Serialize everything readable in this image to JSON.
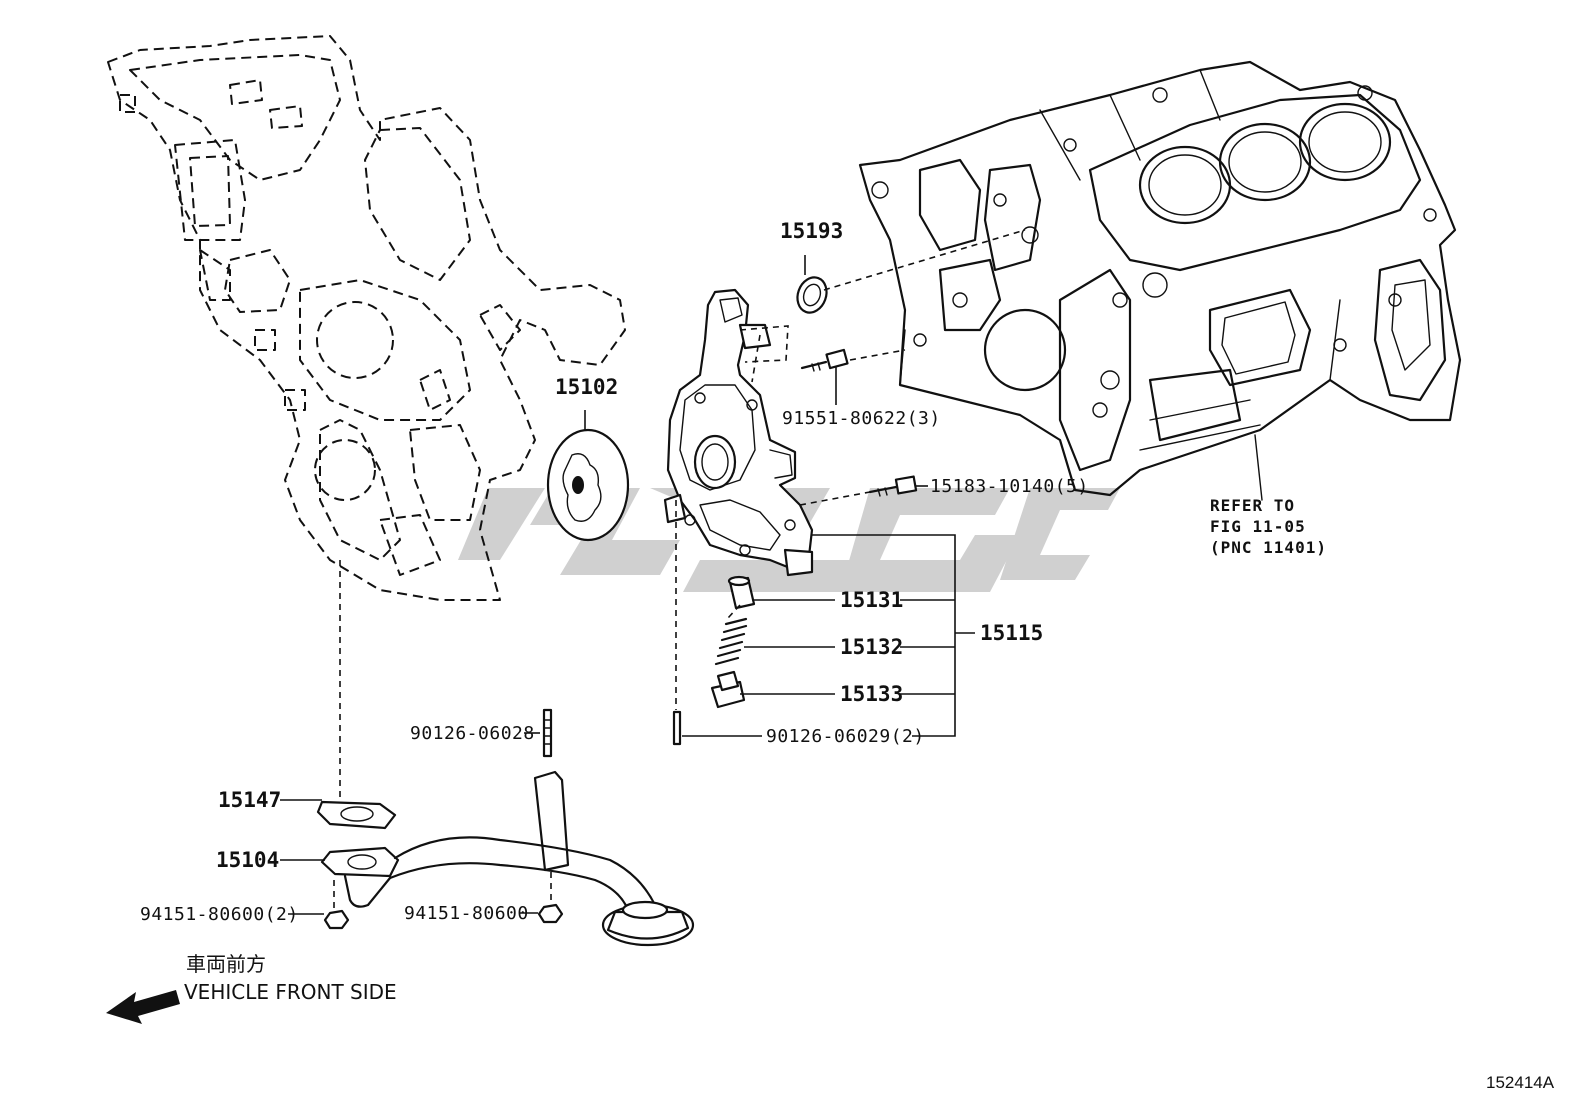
{
  "labels": {
    "p15193": "15193",
    "p15102": "15102",
    "p91551": "91551-80622(3)",
    "p15183": "15183-10140(5)",
    "p15131": "15131",
    "p15132": "15132",
    "p15133": "15133",
    "p15115": "15115",
    "p90126a": "90126-06028",
    "p90126b": "90126-06029(2)",
    "p15147": "15147",
    "p15104": "15104",
    "p94151a": "94151-80600(2)",
    "p94151b": "94151-80600"
  },
  "refer_note": {
    "line1": "REFER TO",
    "line2": "FIG 11-05",
    "line3": "(PNC 11401)"
  },
  "front_direction": {
    "japanese": "車両前方",
    "english": "VEHICLE FRONT SIDE"
  },
  "illustration_id": "152414A",
  "colors": {
    "line": "#111111",
    "watermark": "#c8c8c8",
    "background": "#ffffff"
  },
  "icons": {
    "direction": "left-arrow-icon"
  }
}
